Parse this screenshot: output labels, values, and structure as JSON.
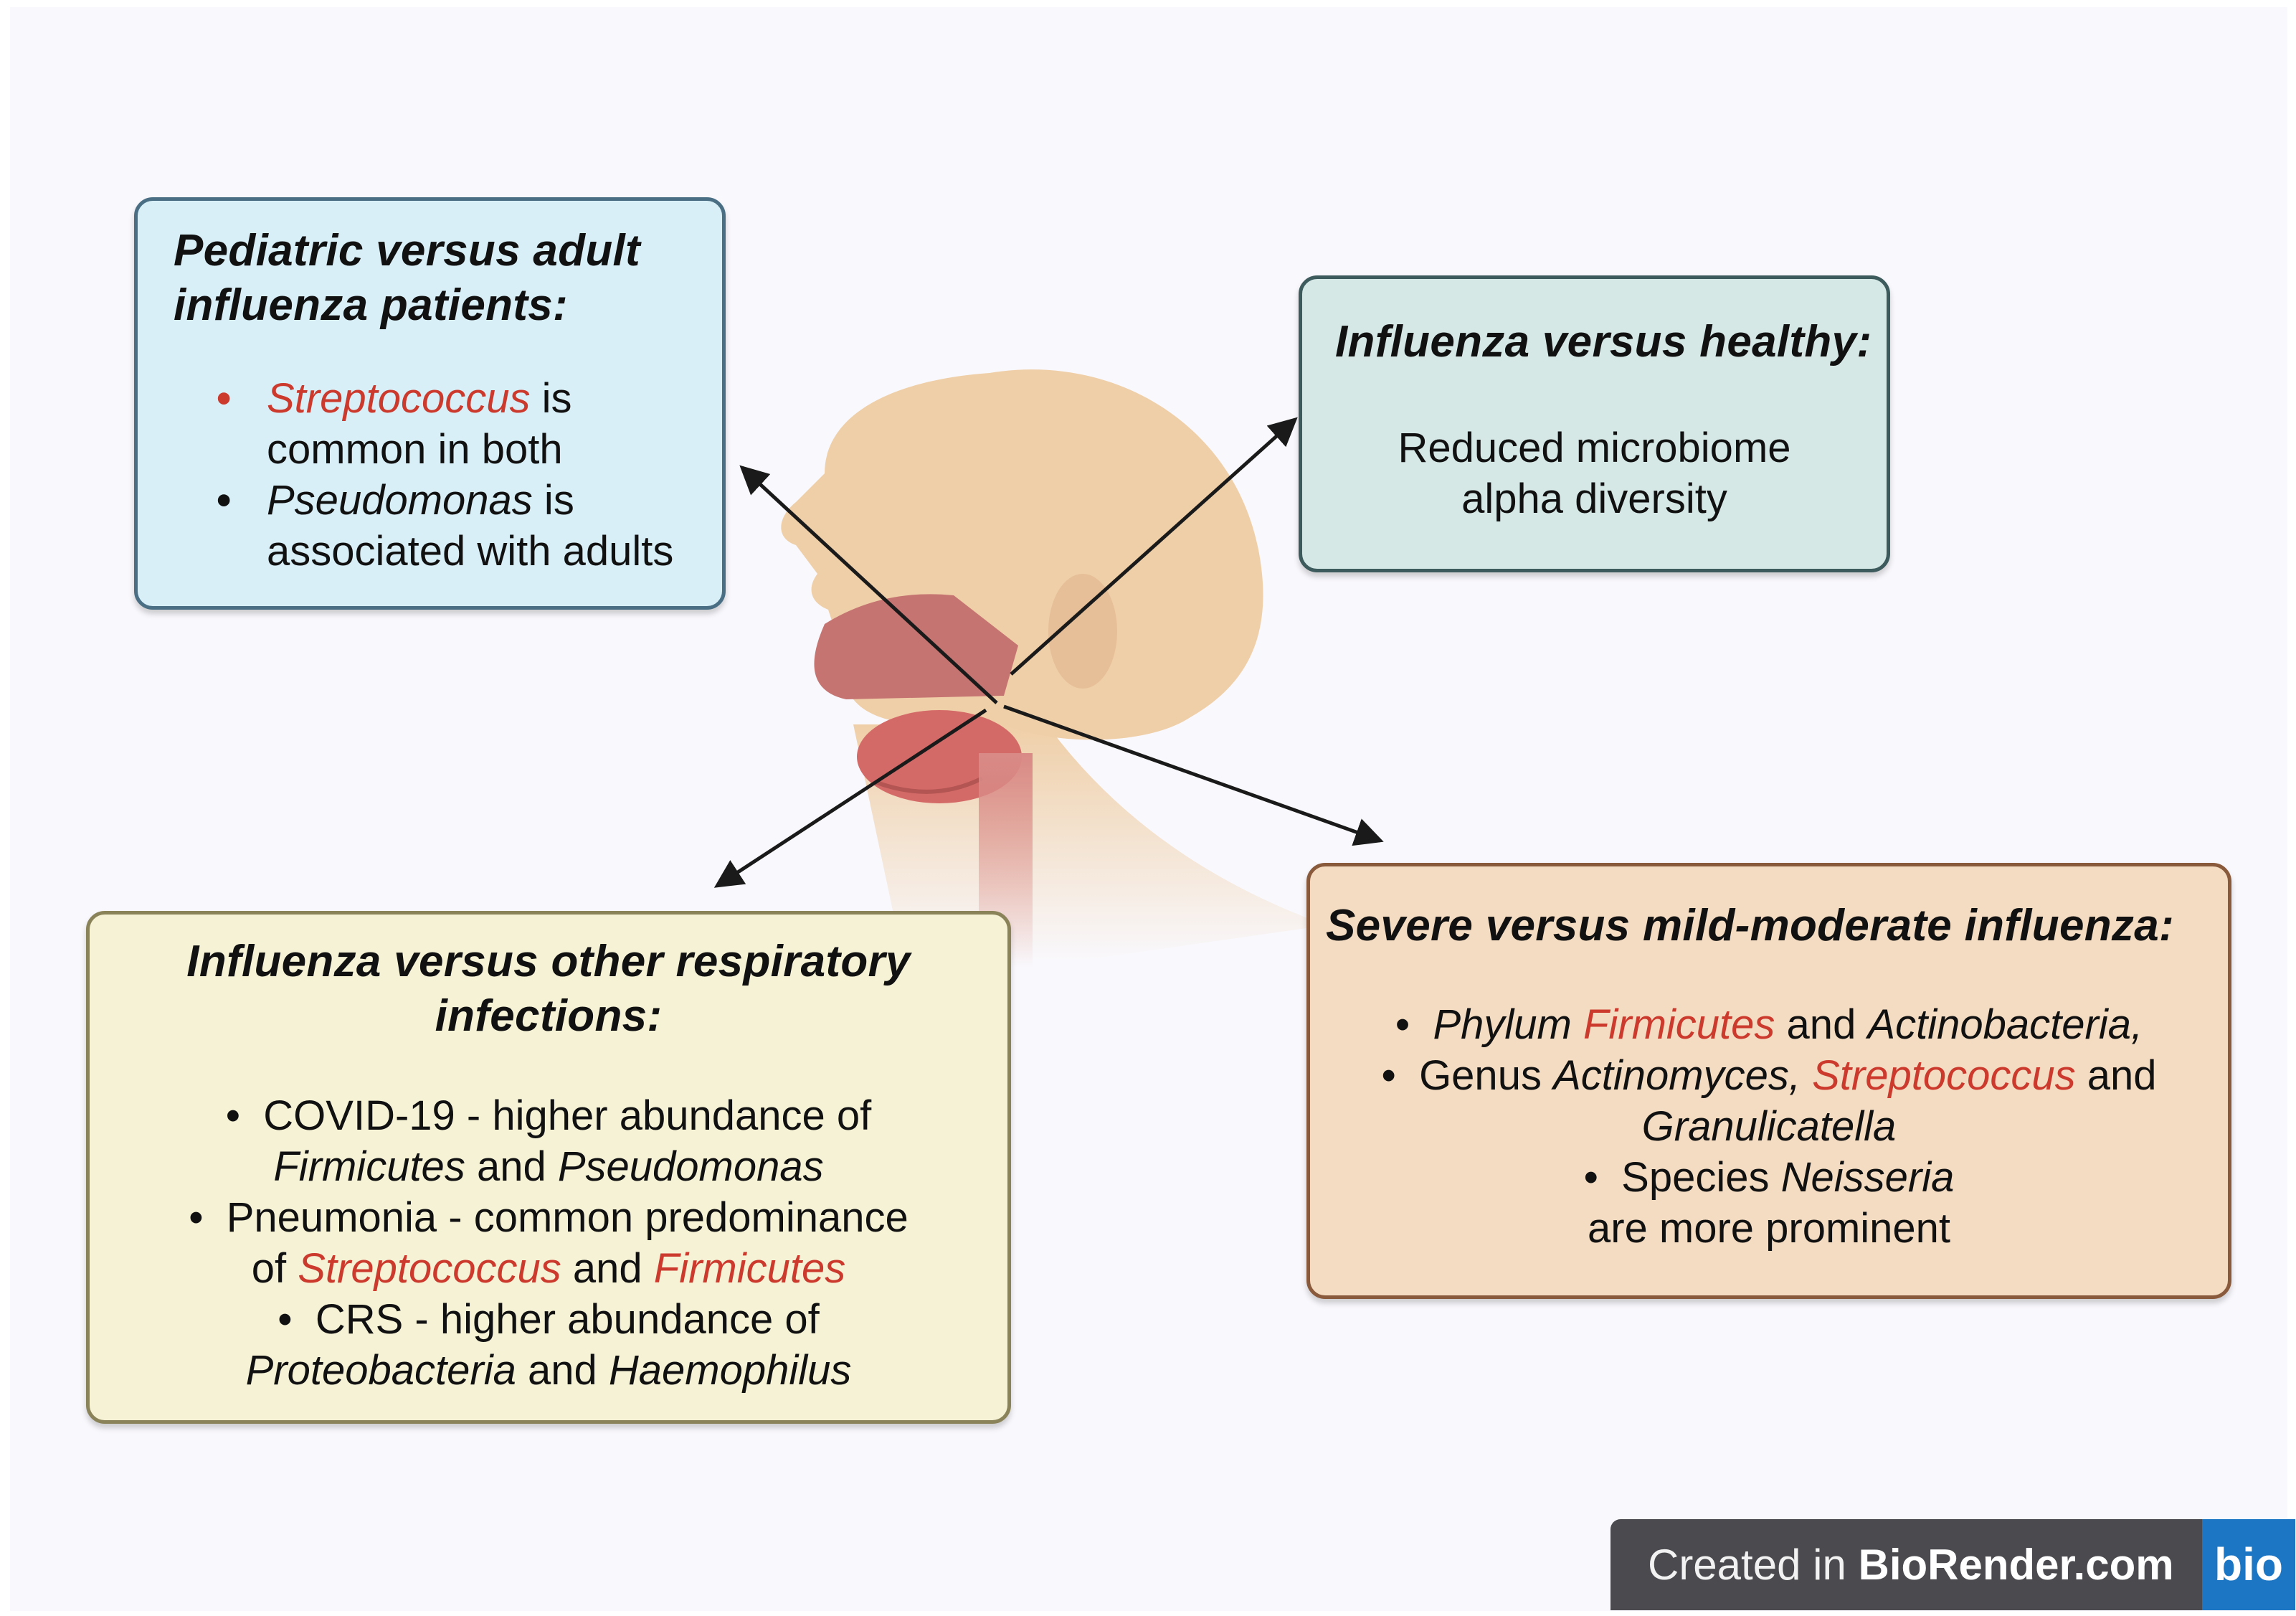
{
  "pediatric_box": {
    "title": "Pediatric versus adult influenza patients:",
    "items": [
      {
        "genus": "Streptococcus",
        "rest": " is",
        "line2": "common in both"
      },
      {
        "genus": "Pseudomonas",
        "rest": " is",
        "line2": "associated with adults"
      }
    ]
  },
  "healthy_box": {
    "title": "Influenza versus healthy:",
    "line1": "Reduced microbiome",
    "line2": "alpha diversity"
  },
  "other_box": {
    "title_line1": "Influenza versus other respiratory",
    "title_line2": "infections:",
    "items": [
      {
        "lead": "COVID-19 - higher abundance of",
        "t1": "Firmicutes",
        "mid": " and ",
        "t2": "Pseudomonas"
      },
      {
        "lead": "Pneumonia - common predominance",
        "pre": "of ",
        "t1": "Streptococcus",
        "mid": " and ",
        "t2": "Firmicutes"
      },
      {
        "lead": "CRS - higher abundance of",
        "t1": "Proteobacteria",
        "mid": " and ",
        "t2": "Haemophilus"
      }
    ]
  },
  "severe_box": {
    "title": "Severe versus mild-moderate influenza:",
    "items": [
      {
        "pre": "Phylum ",
        "t1": "Firmicutes",
        "mid": " and ",
        "t2": "Actinobacteria,"
      },
      {
        "pre": "Genus ",
        "t1": "Actinomyces,",
        "mid2": " ",
        "t2": "Streptococcus",
        "mid": " and",
        "line2": "Granulicatella"
      },
      {
        "pre": "Species ",
        "t1": "Neisseria",
        "line2": "are more prominent"
      }
    ]
  },
  "badge": {
    "created": "Created in ",
    "brand": "BioRender.com",
    "logo": "bio"
  },
  "colors": {
    "highlight_red": "#cc3a2e",
    "pediatric_bg": "#d9eff7",
    "healthy_bg": "#d5e8e6",
    "other_bg": "#f5f2d6",
    "severe_bg": "#f3dcc2"
  }
}
